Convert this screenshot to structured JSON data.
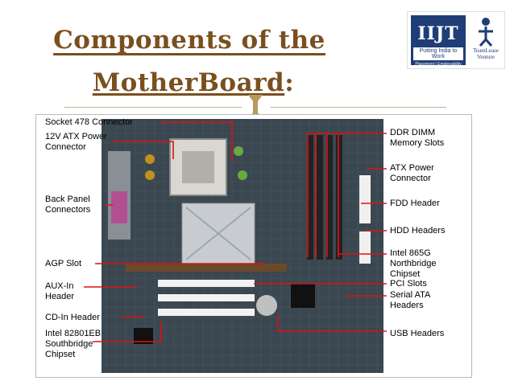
{
  "slide": {
    "title_line1": "Components of the",
    "title_line2": "MotherBoard",
    "title_colon": ":",
    "title_color": "#7a4f1f"
  },
  "logos": {
    "ijt_name": "IIJT",
    "ijt_tagline": "Putting India to Work",
    "ijt_subtag": "Placement | Employability Skills",
    "teamlease_name": "TeamLease",
    "teamlease_sub": "Venture"
  },
  "left_labels": [
    "Socket 478 Connector",
    "12V ATX Power\nConnector",
    "Back Panel\nConnectors",
    "AGP Slot",
    "AUX-In\nHeader",
    "CD-In Header",
    "Intel 82801EB\nSouthbridge\nChipset"
  ],
  "right_labels": [
    "DDR DIMM\nMemory Slots",
    "ATX Power\nConnector",
    "FDD Header",
    "HDD Headers",
    "Intel 865G\nNorthbridge\nChipset",
    "PCI Slots",
    "Serial ATA\nHeaders",
    "USB Headers"
  ],
  "colors": {
    "leader_line": "#e01010",
    "board": "#3a4750",
    "accent_line": "#c7b396"
  }
}
